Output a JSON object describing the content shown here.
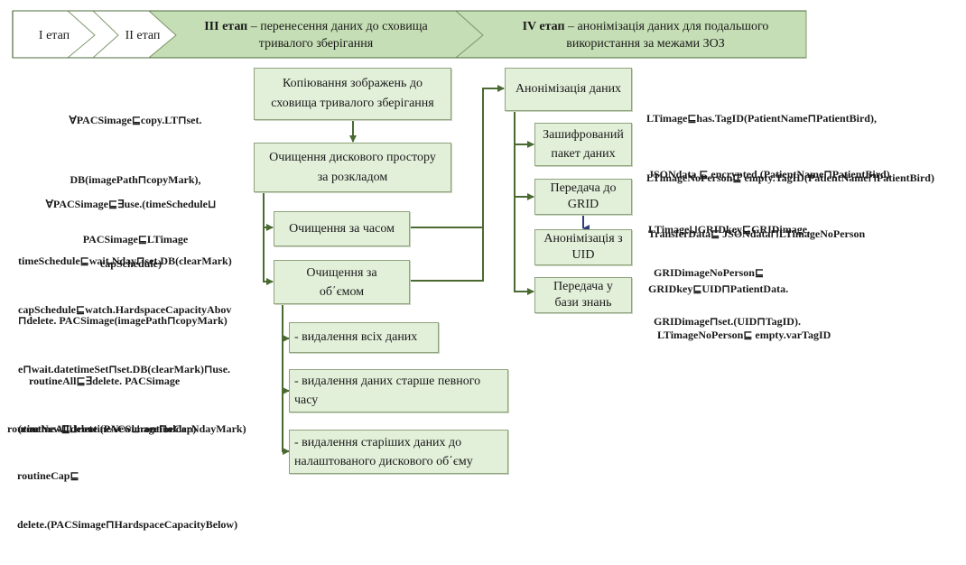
{
  "stages": [
    {
      "title_bold": "",
      "title": "I етап"
    },
    {
      "title_bold": "",
      "title": "II етап"
    },
    {
      "title_bold": "III етап",
      "title": " – перенесення даних до сховища тривалого зберігання"
    },
    {
      "title_bold": "IV етап",
      "title": " – анонімізація даних для подальшого використання за межами ЗОЗ"
    }
  ],
  "stage3": {
    "line1_bold": "III етап",
    "line1_rest": " – перенесення даних до сховища",
    "line2": "тривалого зберігання"
  },
  "stage4": {
    "line1_bold": "IV етап",
    "line1_rest": " – анонімізація даних для подальшого",
    "line2": "використання за межами ЗОЗ"
  },
  "colors": {
    "stage_fill": "#c5deb5",
    "box_fill": "#e2efd9",
    "line": "#4a6a32",
    "blue_arrow": "#2f3f75"
  },
  "boxes": {
    "copy": {
      "line1": "Копіювання зображень до",
      "line2": "сховища тривалого зберігання"
    },
    "cleanup": {
      "line1": "Очищення дискового простору",
      "line2": "за розкладом"
    },
    "by_time": {
      "text": "Очищення за часом"
    },
    "by_volume": {
      "line1": "Очищення за",
      "line2": "об΄ємом"
    },
    "del_all": {
      "text": "- видалення всіх даних"
    },
    "del_older": {
      "line1": "- видалення даних старше певного",
      "line2": "часу"
    },
    "del_oldest": {
      "line1": "- видалення старіших даних до",
      "line2": "налаштованого дискового об΄єму"
    },
    "anonym": {
      "text": "Анонімізація даних"
    },
    "encrypted": {
      "line1": "Зашифрований",
      "line2": "пакет даних"
    },
    "to_grid": {
      "line1": "Передача до",
      "line2": "GRID"
    },
    "anonym_uid": {
      "line1": "Анонімізація з",
      "line2": "UID"
    },
    "to_kb": {
      "line1": "Передача у",
      "line2": "бази знань"
    }
  },
  "formulas_left": {
    "f1": [
      "∀PACSimage⊑copy.LT⊓set.",
      "DB(imagePath⊓copyMark),",
      "PACSimage⊑LTimage"
    ],
    "f2": [
      "∀PACSimage⊑∃use.(timeSchedule⊔",
      "capSchedule)"
    ],
    "f3": [
      "timeSchedule⊑wait.Nday⊓set.DB(clearMark)",
      "⊓delete. PACSimage(imagePath⊓copyMark)"
    ],
    "f4": [
      "capSchedule⊑watch.HardspaceCapacityAbov",
      "e⊓wait.datetimeSet⊓set.DB(clearMark)⊓use.",
      "(routineAll⊔routineNew⊔routineCap)"
    ],
    "f5": [
      "routineAll⊑∃delete. PACSimage"
    ],
    "f6": [
      "routineNew⊑delete.(PACSimage⊓olderNdayMark)"
    ],
    "f7": [
      "routineCap⊑",
      "delete.(PACSimage⊓HardspaceCapacityBelow)"
    ]
  },
  "formulas_right": {
    "r1": [
      "LTimage⊑has.TagID(PatientName⊓PatientBird),",
      "LTimageNoPerson⊑ empty.TagID(PatientName⊓PatientBird)"
    ],
    "r2": [
      "JSONdata ⊑ encrypted.(PatientName⊓PatientBird)",
      "TransferData⊑ JSONdata⊓LTimageNoPerson"
    ],
    "r3": [
      "LTimage⊔GRIDkey⊑GRIDimage,",
      "GRIDkey⊑UID⊓PatientData."
    ],
    "r4": [
      "GRIDimageNoPerson⊑",
      "GRIDimage⊓set.(UID⊓TagID)."
    ],
    "r5": [
      "LTimageNoPerson⊑ empty.varTagID"
    ]
  }
}
